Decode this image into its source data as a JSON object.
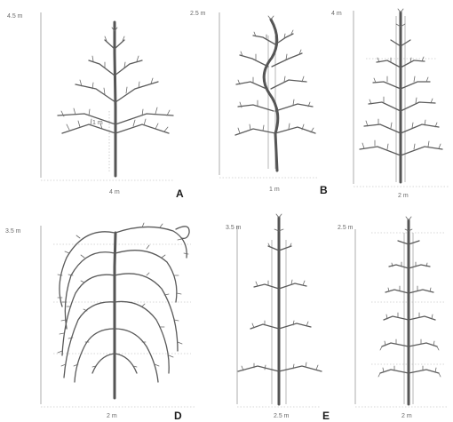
{
  "panels": [
    {
      "id": "A",
      "letter": "A",
      "height_label": "4.5 m",
      "width_label": "4 m",
      "inner_label": "1 m"
    },
    {
      "id": "B",
      "letter": "B",
      "height_label": "2.5 m",
      "width_label": "1 m"
    },
    {
      "id": "C",
      "letter": "",
      "height_label": "4 m",
      "width_label": "2 m"
    },
    {
      "id": "D",
      "letter": "D",
      "height_label": "3.5 m",
      "width_label": "2 m"
    },
    {
      "id": "E",
      "letter": "E",
      "height_label": "3.5 m",
      "width_label": "2.5 m"
    },
    {
      "id": "F",
      "letter": "",
      "height_label": "2.5 m",
      "width_label": "2 m"
    }
  ]
}
